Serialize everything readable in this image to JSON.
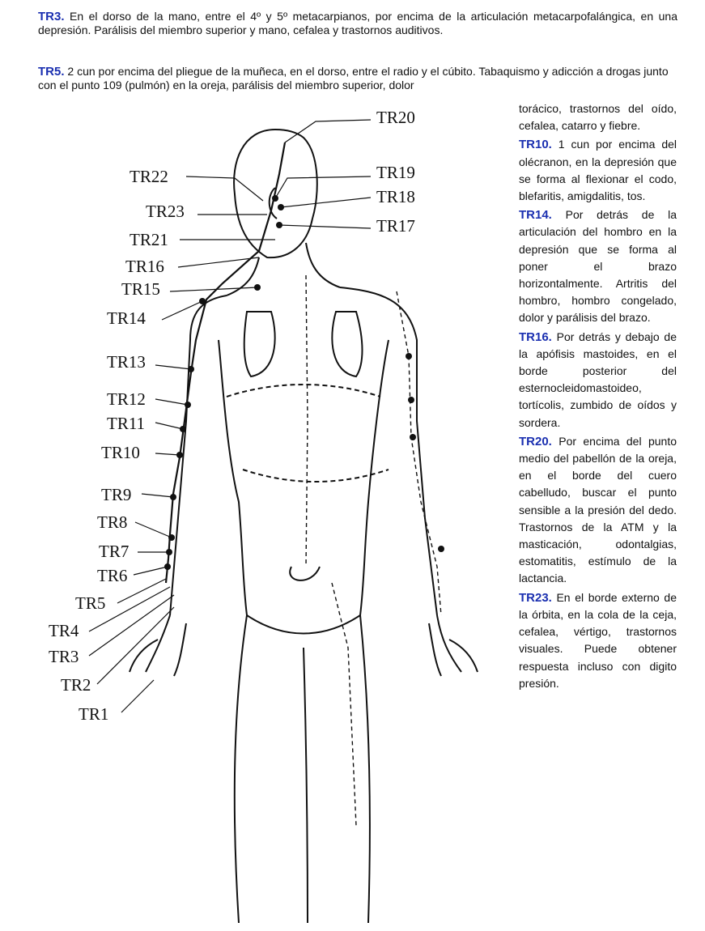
{
  "paragraphs": {
    "tr3": {
      "code": "TR3.",
      "text": " En el dorso de la mano, entre el 4º y 5º metacarpianos, por encima de la articulación metacarpofalángica, en una depresión. Parálisis del miembro superior y mano, cefalea y trastornos auditivos."
    },
    "tr5": {
      "code": "TR5.",
      "text": " 2 cun por encima del pliegue de la muñeca, en el dorso, entre el radio y el cúbito. Tabaquismo y adicción a drogas junto con el punto 109 (pulmón) en la oreja, parálisis del miembro superior, dolor"
    },
    "tr5_cont": "torácico, trastornos del oído, cefalea, catarro y fiebre.",
    "tr10": {
      "code": "TR10.",
      "text": " 1 cun por encima del olécranon, en la depresión que se forma al flexionar el codo, blefaritis, amigdalitis, tos."
    },
    "tr14": {
      "code": "TR14.",
      "text": " Por detrás de la articulación del hombro en la depresión que se forma al poner el brazo horizontalmente. Artritis del hombro, hombro congelado, dolor y parálisis del brazo."
    },
    "tr16": {
      "code": "TR16.",
      "text": " Por detrás y debajo de la apófisis mastoides, en el borde posterior del esternocleidomastoideo, tortícolis, zumbido de oídos y sordera."
    },
    "tr20": {
      "code": "TR20.",
      "text": " Por encima del punto medio del pabellón de la oreja, en el borde del cuero cabelludo, buscar el punto sensible a la presión del dedo. Trastornos de la ATM y la masticación, odontalgias, estomatitis, estímulo de la lactancia."
    },
    "tr23": {
      "code": "TR23.",
      "text": " En el borde externo de la órbita, en la cola de la ceja, cefalea, vértigo, trastornos visuales. Puede obtener respuesta incluso con digito presión."
    }
  },
  "figure_labels": [
    "TR20",
    "TR22",
    "TR19",
    "TR18",
    "TR23",
    "TR17",
    "TR21",
    "TR16",
    "TR15",
    "TR14",
    "TR13",
    "TR12",
    "TR11",
    "TR10",
    "TR9",
    "TR8",
    "TR7",
    "TR6",
    "TR5",
    "TR4",
    "TR3",
    "TR2",
    "TR1"
  ]
}
